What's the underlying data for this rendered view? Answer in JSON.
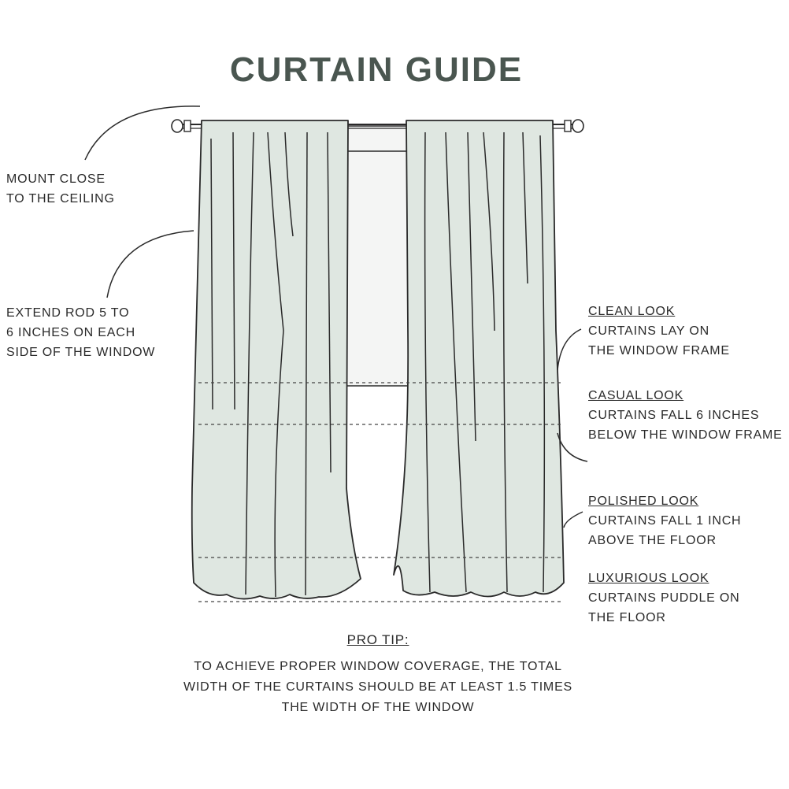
{
  "title": "CURTAIN GUIDE",
  "colors": {
    "fabric": "#dfe7e1",
    "outline": "#2a2a2a",
    "title": "#4a5650",
    "window": "#f4f5f4"
  },
  "left_notes": [
    {
      "lines": [
        "MOUNT CLOSE",
        "TO THE CEILING"
      ]
    },
    {
      "lines": [
        "EXTEND ROD 5 TO",
        "6 INCHES ON EACH",
        "SIDE OF THE WINDOW"
      ]
    }
  ],
  "looks": [
    {
      "name": "CLEAN LOOK",
      "lines": [
        "CURTAINS LAY ON",
        "THE WINDOW FRAME"
      ]
    },
    {
      "name": "CASUAL LOOK",
      "lines": [
        "CURTAINS FALL 6 INCHES",
        "BELOW THE WINDOW FRAME"
      ]
    },
    {
      "name": "POLISHED LOOK",
      "lines": [
        "CURTAINS FALL 1 INCH",
        "ABOVE THE FLOOR"
      ]
    },
    {
      "name": "LUXURIOUS LOOK",
      "lines": [
        "CURTAINS PUDDLE ON",
        "THE FLOOR"
      ]
    }
  ],
  "pro_tip": {
    "heading": "PRO TIP:",
    "lines": [
      "To achieve proper window coverage, the total",
      "width of the curtains should be at least 1.5 times",
      "the width of the window"
    ]
  }
}
